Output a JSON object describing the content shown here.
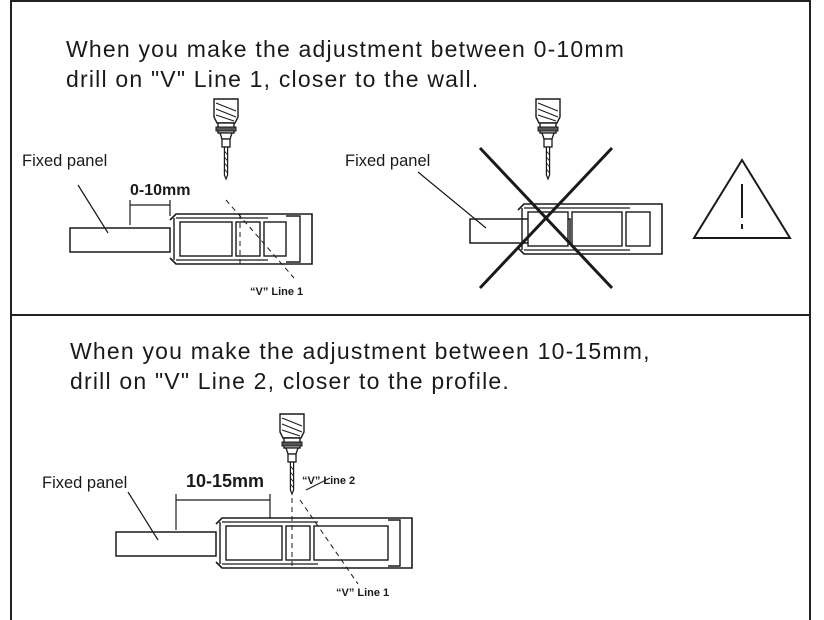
{
  "section_top": {
    "line1": "When you make the adjustment between 0-10mm",
    "line2": "drill  on \"V\" Line 1, closer to the wall.",
    "left_diagram": {
      "panel_label": "Fixed panel",
      "dimension": "0-10mm",
      "v_line_label": "“V” Line 1"
    },
    "right_diagram": {
      "panel_label": "Fixed panel",
      "warning_icon": "warning-triangle-icon",
      "cross_icon": "cross-out-icon"
    }
  },
  "section_bottom": {
    "line1": "When you make the adjustment between 10-15mm,",
    "line2": "drill  on \"V\" Line 2, closer to the profile.",
    "diagram": {
      "panel_label": "Fixed panel",
      "dimension": "10-15mm",
      "v_line2_label": "“V” Line 2",
      "v_line1_label": "“V” Line 1"
    }
  },
  "colors": {
    "ink": "#1a1a1a",
    "background": "#ffffff"
  }
}
